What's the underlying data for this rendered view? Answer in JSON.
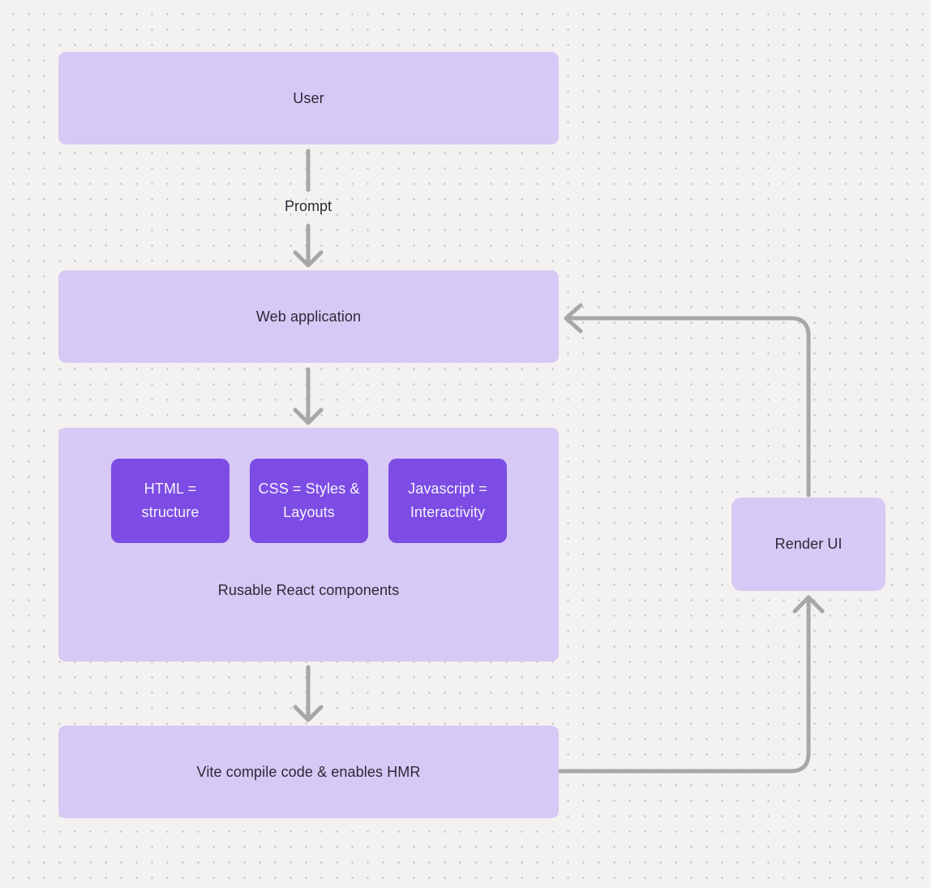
{
  "canvas": {
    "background": "#f3f2f0",
    "dot_color": "#c8c7c5"
  },
  "colors": {
    "node_fill": "#d7c9f5",
    "chip_fill": "#7c4ce4",
    "connector": "#a8a7a5",
    "text_dark": "#2b2936",
    "text_light": "#f5f2fd"
  },
  "nodes": {
    "user": {
      "label": "User"
    },
    "web_application": {
      "label": "Web application"
    },
    "components": {
      "label": "Rusable React components",
      "items": [
        {
          "label": "HTML = structure"
        },
        {
          "label": "CSS = Styles & Layouts"
        },
        {
          "label": "Javascript = Interactivity"
        }
      ]
    },
    "vite": {
      "label": "Vite compile code & enables HMR"
    },
    "render_ui": {
      "label": "Render UI"
    }
  },
  "edges": {
    "user_to_web": {
      "label": "Prompt"
    },
    "web_to_components": {
      "label": ""
    },
    "components_to_vite": {
      "label": ""
    },
    "vite_to_render": {
      "label": ""
    },
    "render_to_web": {
      "label": ""
    }
  }
}
